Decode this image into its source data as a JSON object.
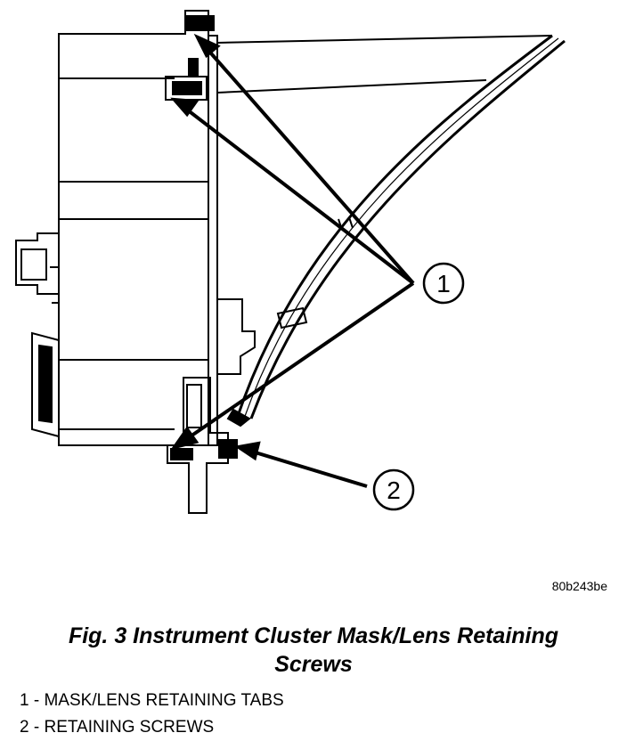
{
  "figure": {
    "code": "80b243be",
    "caption_line1": "Fig. 3 Instrument Cluster Mask/Lens Retaining",
    "caption_line2": "Screws",
    "callouts": [
      {
        "number": "1",
        "text": "MASK/LENS RETAINING TABS"
      },
      {
        "number": "2",
        "text": "RETAINING SCREWS"
      }
    ],
    "legend_separator": " - "
  }
}
